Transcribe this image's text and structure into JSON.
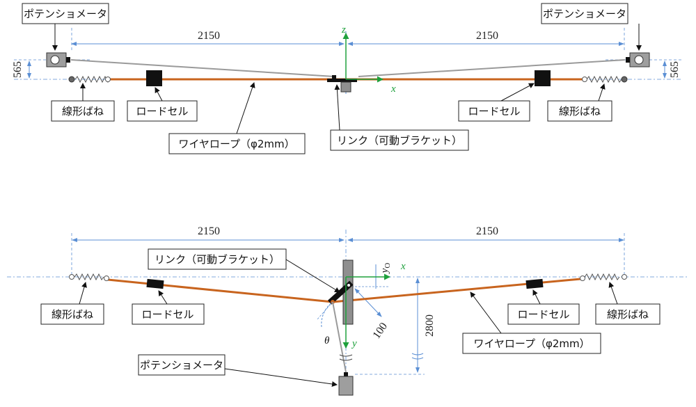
{
  "top_view": {
    "dim_left": "2150",
    "dim_right": "2150",
    "dim_height_left": "565",
    "dim_height_right": "565",
    "axis_z": "z",
    "axis_x": "x",
    "labels": {
      "pot_left": "ポテンショメータ",
      "pot_right": "ポテンショメータ",
      "spring_left": "線形ばね",
      "spring_right": "線形ばね",
      "loadcell_left": "ロードセル",
      "loadcell_right": "ロードセル",
      "wire": "ワイヤロープ（φ2mm）",
      "link": "リンク（可動ブラケット）"
    }
  },
  "bottom_view": {
    "dim_left": "2150",
    "dim_right": "2150",
    "dim_2800": "2800",
    "dim_100": "100",
    "axis_x": "x",
    "axis_y": "y",
    "axis_yo": "y",
    "axis_yo_sub": "O",
    "theta": "θ",
    "labels": {
      "link": "リンク（可動ブラケット）",
      "spring_left": "線形ばね",
      "spring_right": "線形ばね",
      "loadcell_left": "ロードセル",
      "loadcell_right": "ロードセル",
      "wire": "ワイヤロープ（φ2mm）",
      "pot": "ポテンショメータ"
    }
  },
  "colors": {
    "wire": "#c8641e",
    "dimension": "#5b8fd4",
    "axis": "#1ea03c",
    "grey_wire": "#9a9a9a",
    "pot_body": "#9e9e9e"
  }
}
